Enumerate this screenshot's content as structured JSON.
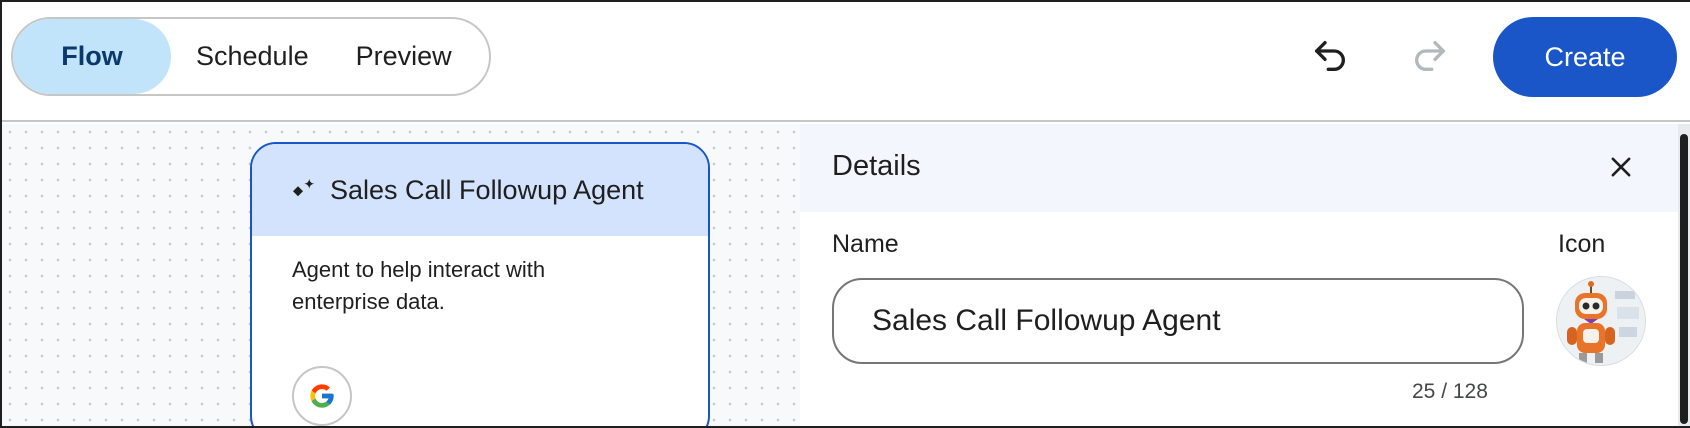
{
  "toolbar": {
    "tabs": [
      {
        "label": "Flow",
        "active": true
      },
      {
        "label": "Schedule",
        "active": false
      },
      {
        "label": "Preview",
        "active": false
      }
    ],
    "undo_icon": "undo-icon",
    "redo_icon": "redo-icon",
    "create_label": "Create"
  },
  "node": {
    "title": "Sales Call Followup Agent",
    "description": "Agent to help interact with enterprise data.",
    "icon": "sparkle-icon",
    "badge_icon": "google-icon"
  },
  "details": {
    "title": "Details",
    "name_label": "Name",
    "icon_label": "Icon",
    "name_value": "Sales Call Followup Agent",
    "counter": "25 / 128",
    "close_icon": "close-icon",
    "avatar_icon": "robot-avatar-icon"
  },
  "colors": {
    "accent": "#1b56c9",
    "active_tab_bg": "#c2e4fb",
    "node_header_bg": "#d3e3fd",
    "panel_bg": "#f3f6fc"
  }
}
